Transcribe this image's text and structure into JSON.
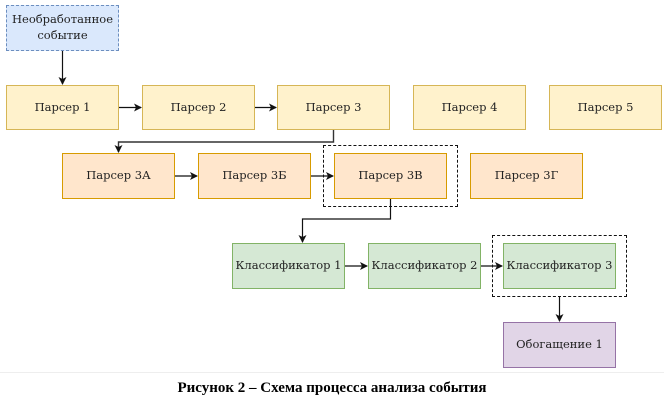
{
  "diagram": {
    "raw_event": "Необработанное событие",
    "parsers": [
      "Парсер 1",
      "Парсер 2",
      "Парсер 3",
      "Парсер 4",
      "Парсер 5"
    ],
    "subparsers": [
      "Парсер 3А",
      "Парсер 3Б",
      "Парсер 3В",
      "Парсер 3Г"
    ],
    "classifiers": [
      "Классификатор 1",
      "Классификатор 2",
      "Классификатор 3"
    ],
    "enrichment": [
      "Обогащение 1"
    ],
    "colors": {
      "raw_fill": "#dae8fc",
      "raw_stroke": "#6c8ebf",
      "parser_fill": "#fff2cc",
      "parser_stroke": "#d6b656",
      "subparser_fill": "#ffe6cc",
      "subparser_stroke": "#d79b00",
      "classifier_fill": "#d5e8d4",
      "classifier_stroke": "#82b366",
      "enrich_fill": "#e1d5e7",
      "enrich_stroke": "#9673a6",
      "edge": "#111111"
    },
    "edges": [
      [
        "raw_event",
        "parsers.0"
      ],
      [
        "parsers.0",
        "parsers.1"
      ],
      [
        "parsers.1",
        "parsers.2"
      ],
      [
        "parsers.2",
        "subparsers.0"
      ],
      [
        "subparsers.0",
        "subparsers.1"
      ],
      [
        "subparsers.1",
        "subparsers.2"
      ],
      [
        "subparsers.2",
        "classifiers.0"
      ],
      [
        "classifiers.0",
        "classifiers.1"
      ],
      [
        "classifiers.1",
        "classifiers.2"
      ],
      [
        "classifiers.2",
        "enrichment.0"
      ]
    ],
    "highlighted": [
      "subparsers.2",
      "classifiers.2"
    ]
  },
  "caption": "Рисунок 2 – Схема процесса анализа события"
}
